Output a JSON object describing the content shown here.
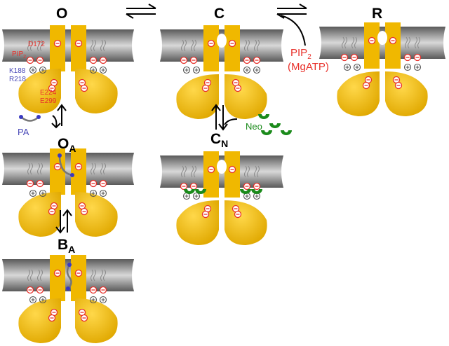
{
  "states": {
    "O": "O",
    "C": "C",
    "R": "R",
    "OA": {
      "main": "O",
      "sub": "A"
    },
    "CN": {
      "main": "C",
      "sub": "N"
    },
    "BA": {
      "main": "B",
      "sub": "A"
    }
  },
  "labels": {
    "pip2_main": "PIP",
    "pip2_sub": "2",
    "mgatp": "(MgATP)",
    "neo": "Neo",
    "pa": "PA",
    "residues": {
      "d172": "D172",
      "pip2": "PIP",
      "pip2_sub": "2",
      "k188": "K188",
      "r218": "R218",
      "e224": "E224",
      "e299": "E299"
    }
  },
  "colors": {
    "channel": "#f0b800",
    "membrane": "#8a8a8a",
    "charge_neg": "#e8302a",
    "pa_ligand": "#3a3ac0",
    "neo": "#1a8a1a"
  }
}
